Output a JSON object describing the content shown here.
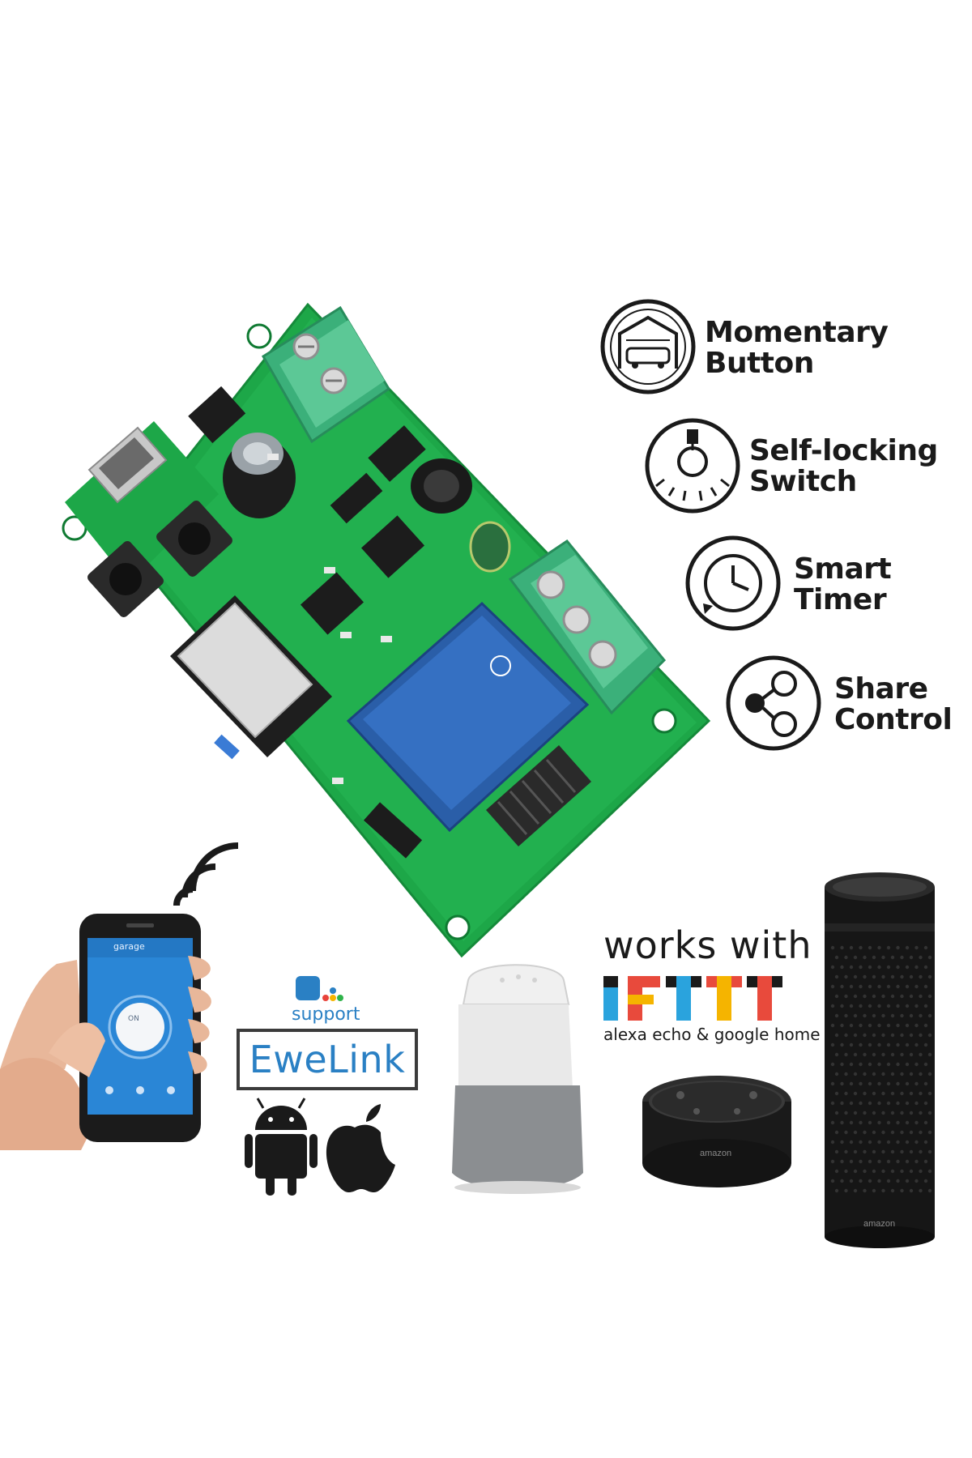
{
  "features": [
    {
      "icon": "garage-car-icon",
      "line1": "Momentary",
      "line2": "Button"
    },
    {
      "icon": "light-bulb-icon",
      "line1": "Self-locking",
      "line2": "Switch"
    },
    {
      "icon": "clock-icon",
      "line1": "Smart",
      "line2": "Timer"
    },
    {
      "icon": "share-icon",
      "line1": "Share",
      "line2": "Control"
    }
  ],
  "app": {
    "support_label": "support",
    "brand_label": "EweLink",
    "phone_title": "garage",
    "phone_button": "ON"
  },
  "ifttt": {
    "works_with": "works with",
    "subtitle": "alexa echo & google home"
  },
  "speakers": {
    "dot_brand": "amazon",
    "echo_brand": "amazon"
  },
  "colors": {
    "pcb_green": "#1faa4a",
    "terminal_green": "#3bb07a",
    "relay_blue": "#2a5ea8",
    "ewelink_blue": "#2a80c4",
    "phone_screen_blue": "#2a86d6"
  }
}
